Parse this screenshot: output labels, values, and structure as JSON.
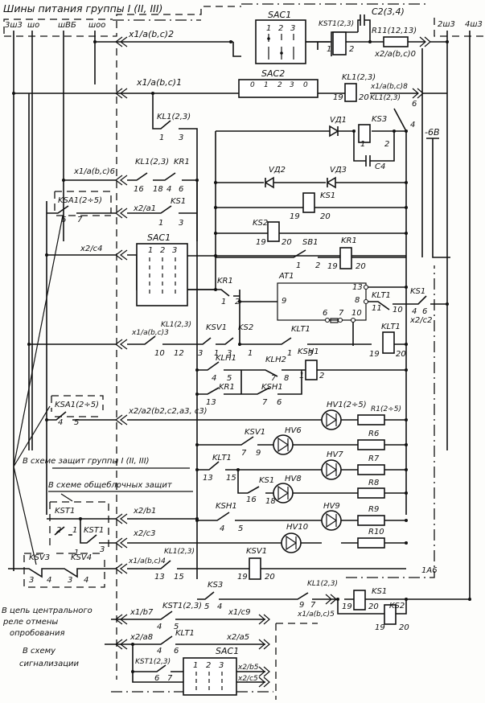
{
  "diagram": {
    "type": "electrical-schematic",
    "header": {
      "title": "Шины питания группы I (II, III)",
      "buses_left": [
        "3ш3",
        "шо",
        "шВБ",
        "шоо"
      ],
      "buses_right": [
        "2ш3",
        "4ш3"
      ],
      "supply": "-6В"
    },
    "connectors": {
      "c1": "x1/a(b,c)2",
      "c2": "x1/a(b,c)1",
      "c3": "x1/a(b,c)6",
      "c4": "x2/a1",
      "c5": "x2/c4",
      "c6": "x1/a(b,c)3",
      "c7": "x2/a2(b2,c2,a3, c3)",
      "c8": "x2/b1",
      "c9": "x2/c3",
      "c10": "x1/a(b,c)4",
      "c11": "x2/a(b,c)0",
      "c12": "x1/a(b,c)8",
      "c13": "x2/c2",
      "c14": "x1/a(b,c)5",
      "c15": "x1/b7",
      "c16": "x1/c9",
      "c17": "x2/a8",
      "c18": "x2/a5",
      "c19": "x2/b5",
      "c20": "x2/c5"
    },
    "components": {
      "sac1_top": "SAC1",
      "sac2": "SAC2",
      "sac1_mid": "SAC1",
      "sac1_bot": "SAC1",
      "kst1_coil": "KST1(2,3)",
      "c2": "C2(3,4)",
      "r11": "R11(12,13)",
      "kl1_coil": "KL1(2,3)",
      "kl1_c1": "KL1(2,3)",
      "kl1_c2": "KL1(2,3)",
      "kr1_c": "KR1",
      "ksa1_a": "KSA1(2÷5)",
      "ks1_c": "KS1",
      "vd1": "VД1",
      "vd2": "VД2",
      "vd3": "VД3",
      "ks3": "KS3",
      "c4": "C4",
      "kl1_c3": "KL1(2,3)",
      "ks1_coil": "KS1",
      "ks2_coil": "KS2",
      "sb1": "SB1",
      "kr1_coil": "KR1",
      "at1": "AT1",
      "kr1_c2": "KR1",
      "klt1_c": "KLT1",
      "ks1_c2": "KS1",
      "klt1_coil": "KLT1",
      "kl1_c4": "KL1(2,3)",
      "ksv1_c": "KSV1",
      "ks2_c": "KS2",
      "klt1_c2": "KLT1",
      "ksh1_coil": "KSH1",
      "klh1": "KLH1",
      "klh2": "KLH2",
      "kr1_c3": "KR1",
      "ksh1_c": "KSH1",
      "ksa1_b": "KSA1(2÷5)",
      "hv1": "HV1(2÷5)",
      "r1": "R1(2÷5)",
      "ksv1_c2": "KSV1",
      "hv6": "HV6",
      "r6": "R6",
      "hv7": "HV7",
      "r7": "R7",
      "klt1_c3": "KLT1",
      "ks1_c3": "KS1",
      "hv8": "HV8",
      "r8": "R8",
      "ksh1_c2": "KSH1",
      "hv9": "HV9",
      "r9": "R9",
      "kst1_a": "KST1",
      "kst1_b": "KST1",
      "hv10": "HV10",
      "r10": "R10",
      "ksv3": "KSV3",
      "ksv4": "KSV4",
      "kl1_c5": "KL1(2,3)",
      "ksv1_coil": "KSV1",
      "ks3_c": "KS3",
      "kl1_c6": "KL1(2,3)",
      "ks1_coil2": "KS1",
      "ks2_coil2": "KS2",
      "kst1_c": "KST1(2,3)",
      "klt1_c4": "KLT1",
      "kst1_c2": "KST1(2,3)",
      "block": "1A6"
    },
    "pins": {
      "sac_cols": [
        "1",
        "2",
        "3"
      ],
      "sac2_cols": [
        "0",
        "1",
        "2",
        "3",
        "0"
      ],
      "p1": "1",
      "p2": "2",
      "p3": "3",
      "p4": "4",
      "p5": "5",
      "p6": "6",
      "p7": "7",
      "p8": "8",
      "p9": "9",
      "p10": "10",
      "p11": "11",
      "p12": "12",
      "p13": "13",
      "p15": "15",
      "p16": "16",
      "p18": "18",
      "p19": "19",
      "p20": "20"
    },
    "notes": {
      "n1": "В схеме защит группы I (II, III)",
      "n2": "В схеме общеблочных защит",
      "n3a": "В цепь центрального",
      "n3b": "реле отмены",
      "n3c": "опробования",
      "n4a": "В схему",
      "n4b": "сигнализации"
    }
  }
}
